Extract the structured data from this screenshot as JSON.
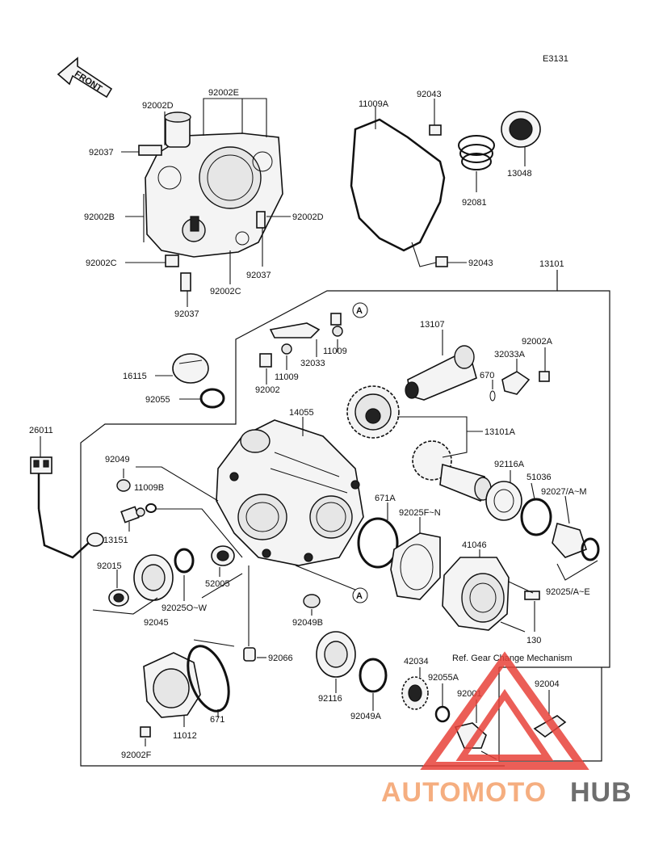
{
  "diagram_id": "E3131",
  "front_label": "FRONT",
  "ref_text": "Ref. Gear Change Mechanism",
  "watermark": {
    "brand_prefix": "AUTOMOTO",
    "brand_suffix": "HUB",
    "color_primary": "#f4a06a",
    "color_secondary": "#555555",
    "accent": "#e8423a"
  },
  "callout_a": "A",
  "labels": {
    "p92002D_top": "92002D",
    "p92002E": "92002E",
    "p92037_a": "92037",
    "p92002B": "92002B",
    "p92002D_right": "92002D",
    "p92002C_left": "92002C",
    "p92002C_bottom": "92002C",
    "p92037_b": "92037",
    "p92037_c": "92037",
    "p11009A": "11009A",
    "p92043_top": "92043",
    "p92081": "92081",
    "p13048": "13048",
    "p92043_bottom": "92043",
    "p13101": "13101",
    "p11009_a": "11009",
    "p32033": "32033",
    "p11009_b": "11009",
    "p92002": "92002",
    "p13107": "13107",
    "p92002A": "92002A",
    "p32033A": "32033A",
    "p670": "670",
    "p16115": "16115",
    "p92055": "92055",
    "p26011": "26011",
    "p14055": "14055",
    "p13101A": "13101A",
    "p92049": "92049",
    "p11009B": "11009B",
    "p13151": "13151",
    "p92116A": "92116A",
    "p51036": "51036",
    "p92027": "92027/A~M",
    "p671A": "671A",
    "p92025FN": "92025F~N",
    "p41046": "41046",
    "p92015": "92015",
    "p52005": "52005",
    "p92025OW": "92025O~W",
    "p92045": "92045",
    "p92025AE": "92025/A~E",
    "p92049B": "92049B",
    "p130": "130",
    "p92066": "92066",
    "p42034": "42034",
    "p92116": "92116",
    "p92049A": "92049A",
    "p92055A": "92055A",
    "p92001": "92001",
    "p92004": "92004",
    "p671": "671",
    "p11012": "11012",
    "p92002F": "92002F"
  }
}
